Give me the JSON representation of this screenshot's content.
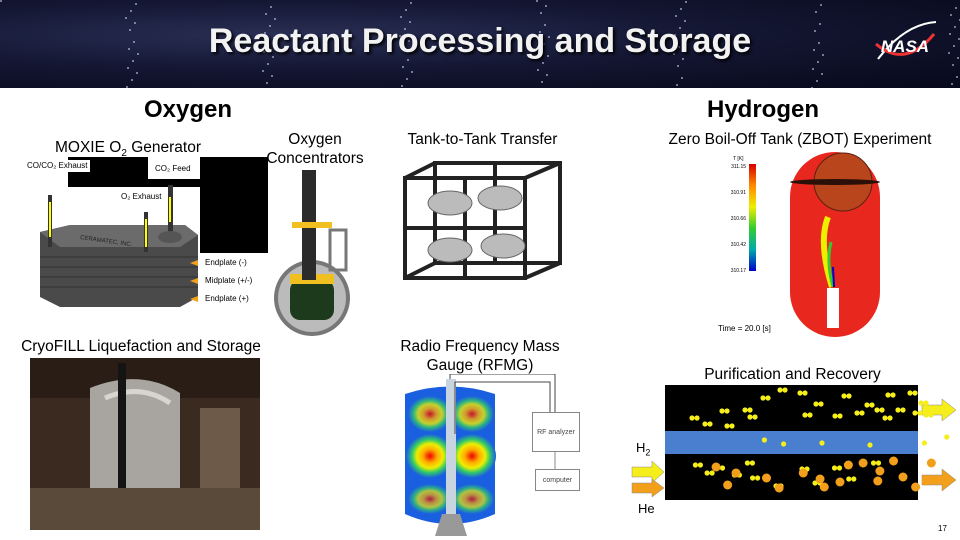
{
  "header": {
    "title": "Reactant Processing and Storage",
    "logo_text": "NASA"
  },
  "sections": {
    "oxygen": "Oxygen",
    "hydrogen": "Hydrogen"
  },
  "moxie": {
    "caption_pre": "MOXIE O",
    "caption_sub": "2",
    "caption_post": " Generator",
    "labels": {
      "co_exhaust": "CO/CO₂ Exhaust",
      "co2_feed": "CO₂ Feed",
      "o2_exhaust": "O₂ Exhaust",
      "endplate_minus": "Endplate (-)",
      "midplate": "Midplate (+/-)",
      "endplate_plus": "Endplate (+)",
      "brand": "CERAMATEC, INC."
    }
  },
  "concentrators": {
    "caption": "Oxygen Concentrators"
  },
  "transfer": {
    "caption": "Tank-to-Tank Transfer"
  },
  "zbot": {
    "caption": "Zero Boil-Off Tank (ZBOT) Experiment",
    "scale_title": "T [K]",
    "scale": [
      "311.15",
      "310.91",
      "310.66",
      "310.42",
      "310.17"
    ],
    "time": "Time = 20.0 [s]"
  },
  "cryofill": {
    "caption": "CryoFILL Liquefaction and Storage"
  },
  "rfmg": {
    "caption": "Radio Frequency Mass Gauge (RFMG)",
    "rf_analyzer": "RF analyzer",
    "computer": "computer"
  },
  "purification": {
    "caption": "Purification and Recovery",
    "h2_pre": "H",
    "h2_sub": "2",
    "he": "He"
  },
  "page_number": "17",
  "colors": {
    "yellow": "#f5ee1a",
    "orange": "#f2a01c",
    "membrane": "#4a7fd0"
  }
}
